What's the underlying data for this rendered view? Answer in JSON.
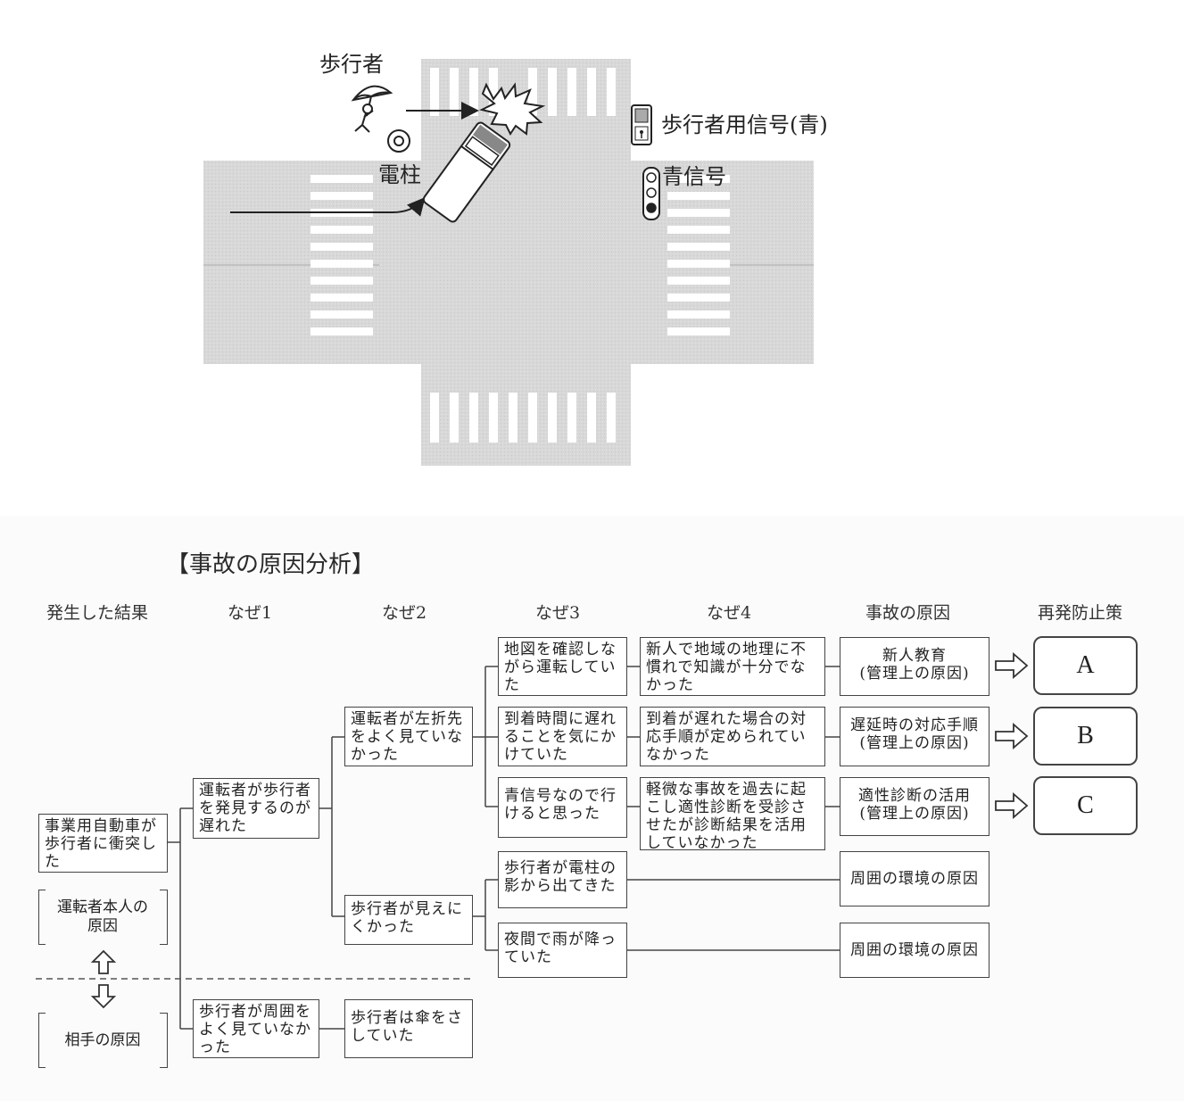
{
  "diagram": {
    "labels": {
      "pedestrian": "歩行者",
      "pedestrian_signal": "歩行者用信号(青)",
      "utility_pole": "電柱",
      "green_signal": "青信号"
    }
  },
  "analysis": {
    "title": "【事故の原因分析】",
    "headers": [
      "発生した結果",
      "なぜ1",
      "なぜ2",
      "なぜ3",
      "なぜ4",
      "事故の原因",
      "再発防止策"
    ],
    "result": "事業用自動車が歩行者に衝突した",
    "driver_cause": "運転者本人の原因",
    "other_cause": "相手の原因",
    "why1": [
      "運転者が歩行者を発見するのが遅れた",
      "歩行者が周囲をよく見ていなかった"
    ],
    "why2": [
      "運転者が左折先をよく見ていなかった",
      "歩行者が見えにくかった",
      "歩行者は傘をさしていた"
    ],
    "why3": [
      "地図を確認しながら運転していた",
      "到着時間に遅れることを気にかけていた",
      "青信号なので行けると思った",
      "歩行者が電柱の影から出てきた",
      "夜間で雨が降っていた"
    ],
    "why4": [
      "新人で地域の地理に不慣れで知識が十分でなかった",
      "到着が遅れた場合の対応手順が定められていなかった",
      "軽微な事故を過去に起こし適性診断を受診させたが診断結果を活用していなかった"
    ],
    "causes": [
      {
        "main": "新人教育",
        "sub": "(管理上の原因)"
      },
      {
        "main": "遅延時の対応手順",
        "sub": "(管理上の原因)"
      },
      {
        "main": "適性診断の活用",
        "sub": "(管理上の原因)"
      },
      {
        "main": "周囲の環境の原因",
        "sub": ""
      },
      {
        "main": "周囲の環境の原因",
        "sub": ""
      }
    ],
    "measures": [
      "A",
      "B",
      "C"
    ]
  },
  "colors": {
    "road": "#d7d7d7",
    "line": "#444444"
  }
}
